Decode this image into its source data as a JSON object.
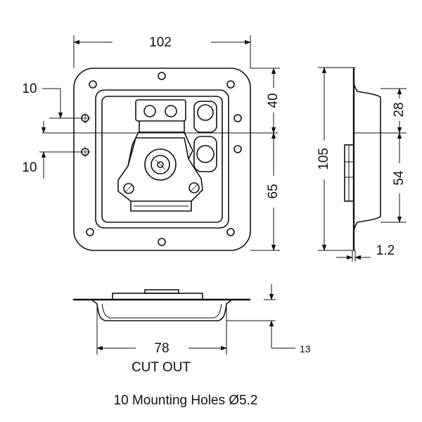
{
  "dimensions": {
    "overall_width": "102",
    "hole_offset_top": "10",
    "hole_offset_bottom": "10",
    "upper_height": "40",
    "lower_height": "65",
    "overall_height": "105",
    "side_upper": "28",
    "side_lower": "54",
    "thickness": "1.2",
    "cutout_width": "78",
    "depth": "13"
  },
  "labels": {
    "cutout": "CUT OUT",
    "mounting_holes": "10 Mounting Holes Ø5.2"
  }
}
